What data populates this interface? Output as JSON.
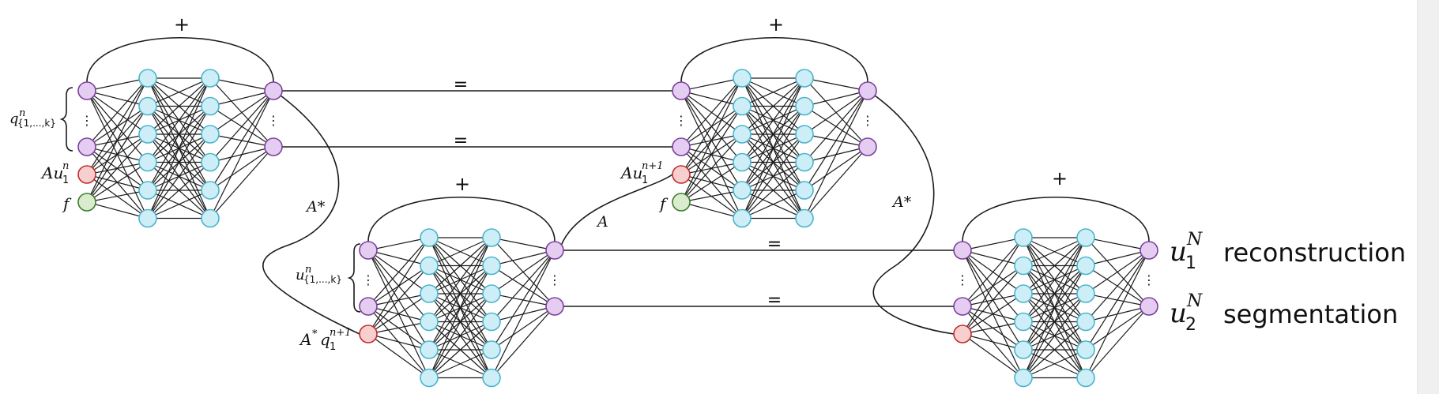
{
  "colors": {
    "input": "#e4cdf0",
    "input_stroke": "#7b3f9e",
    "hidden": "#cdeef6",
    "hidden_stroke": "#4ab4cc",
    "data": "#f8cfcf",
    "data_stroke": "#c42a2a",
    "source": "#d9ecce",
    "source_stroke": "#3d7a2c",
    "edge": "#1a1a1a"
  },
  "symbols": {
    "plus": "+",
    "equals": "=",
    "vdots": "⋮"
  },
  "labels": {
    "q_base": "q",
    "q_sup": "n",
    "q_sub": "{1,...,k}",
    "Au_base": "Au",
    "Au_sub": "1",
    "Au_sup_n": "n",
    "Au_sup_n1": "n+1",
    "f": "f",
    "A": "A",
    "Astar": "A*",
    "u_base": "u",
    "u_sup": "n",
    "u_sub": "{1,...,k}",
    "Aq_base": "A",
    "Aq_star": "*",
    "Aq_q": "q",
    "Aq_sub": "1",
    "Aq_sup": "n+1",
    "out_base": "u",
    "out_sup": "N",
    "out1_sub": "1",
    "out2_sub": "2",
    "out1_text": "reconstruction",
    "out2_text": "segmentation"
  }
}
